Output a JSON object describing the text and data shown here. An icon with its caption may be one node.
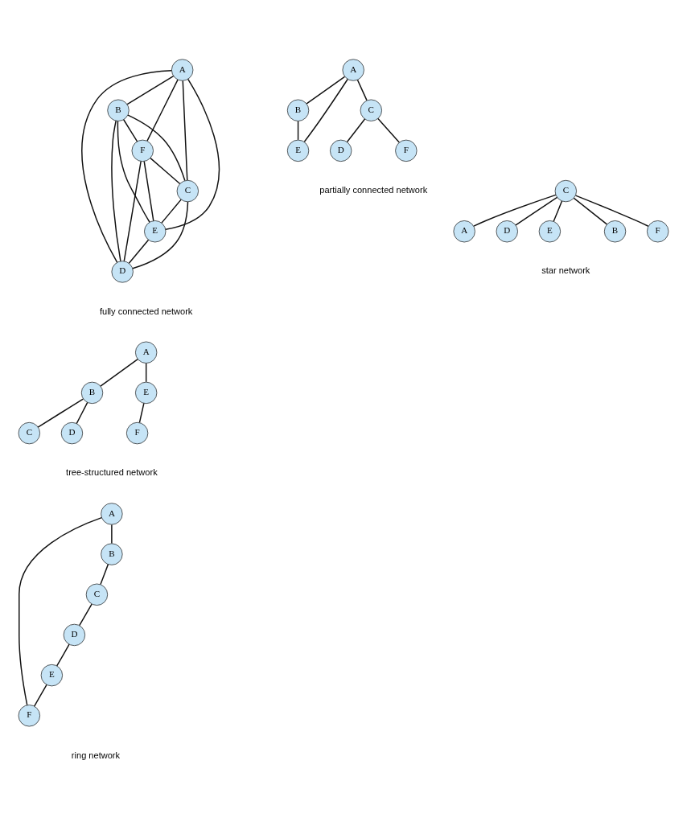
{
  "diagram": {
    "nodes": [
      {
        "text": [
          "A"
        ]
      },
      {
        "text": [
          "B"
        ]
      },
      {
        "text": [
          "F"
        ]
      },
      {
        "text": [
          "C"
        ]
      },
      {
        "text": [
          "E"
        ]
      },
      {
        "text": [
          "D"
        ]
      },
      {
        "text": [
          "A"
        ]
      },
      {
        "text": [
          "B"
        ]
      },
      {
        "text": [
          "C"
        ]
      },
      {
        "text": [
          "E"
        ]
      },
      {
        "text": [
          "F"
        ]
      },
      {
        "text": [
          "D"
        ]
      },
      {
        "text": [
          "A"
        ]
      },
      {
        "text": [
          "B"
        ]
      },
      {
        "text": [
          "E"
        ]
      },
      {
        "text": [
          "C"
        ]
      },
      {
        "text": [
          "D"
        ]
      },
      {
        "text": [
          "F"
        ]
      },
      {
        "text": [
          "A"
        ]
      },
      {
        "text": [
          "B"
        ]
      },
      {
        "text": [
          "F"
        ]
      },
      {
        "text": [
          "C"
        ]
      },
      {
        "text": [
          "D"
        ]
      },
      {
        "text": [
          "E"
        ]
      },
      {
        "text": [
          "A"
        ]
      },
      {
        "text": [
          "B"
        ]
      },
      {
        "text": [
          "F"
        ]
      },
      {
        "text": [
          "C"
        ]
      },
      {
        "text": [
          "E"
        ]
      },
      {
        "text": [
          "D"
        ]
      }
    ],
    "edges": [
      {
        "from": 0,
        "to": 1,
        "arrow": "none"
      },
      {
        "from": 0,
        "to": 2,
        "arrow": "none"
      },
      {
        "from": 0,
        "to": 3,
        "arrow": "none"
      },
      {
        "from": 0,
        "to": 4,
        "arrow": "none"
      },
      {
        "from": 0,
        "to": 5,
        "arrow": "none"
      },
      {
        "from": 1,
        "to": 2,
        "arrow": "none"
      },
      {
        "from": 1,
        "to": 3,
        "arrow": "none"
      },
      {
        "from": 1,
        "to": 4,
        "arrow": "none"
      },
      {
        "from": 1,
        "to": 5,
        "arrow": "none"
      },
      {
        "from": 2,
        "to": 3,
        "arrow": "none"
      },
      {
        "from": 2,
        "to": 4,
        "arrow": "none"
      },
      {
        "from": 2,
        "to": 5,
        "arrow": "none"
      },
      {
        "from": 3,
        "to": 4,
        "arrow": "none"
      },
      {
        "from": 3,
        "to": 5,
        "arrow": "none"
      },
      {
        "from": 4,
        "to": 5,
        "arrow": "none"
      },
      {
        "from": 6,
        "to": 7,
        "arrow": "none"
      },
      {
        "from": 6,
        "to": 8,
        "arrow": "none"
      },
      {
        "from": 6,
        "to": 9,
        "arrow": "none"
      },
      {
        "from": 7,
        "to": 9,
        "arrow": "none"
      },
      {
        "from": 8,
        "to": 10,
        "arrow": "none"
      },
      {
        "from": 8,
        "to": 11,
        "arrow": "none"
      },
      {
        "from": 12,
        "to": 13,
        "arrow": "none"
      },
      {
        "from": 12,
        "to": 14,
        "arrow": "none"
      },
      {
        "from": 13,
        "to": 15,
        "arrow": "none"
      },
      {
        "from": 13,
        "to": 16,
        "arrow": "none"
      },
      {
        "from": 14,
        "to": 17,
        "arrow": "none"
      },
      {
        "from": 21,
        "to": 18,
        "arrow": "none"
      },
      {
        "from": 21,
        "to": 19,
        "arrow": "none"
      },
      {
        "from": 21,
        "to": 20,
        "arrow": "none"
      },
      {
        "from": 21,
        "to": 22,
        "arrow": "none"
      },
      {
        "from": 21,
        "to": 23,
        "arrow": "none"
      },
      {
        "from": 24,
        "to": 25,
        "arrow": "none"
      },
      {
        "from": 25,
        "to": 27,
        "arrow": "none"
      },
      {
        "from": 27,
        "to": 29,
        "arrow": "none"
      },
      {
        "from": 29,
        "to": 28,
        "arrow": "none"
      },
      {
        "from": 28,
        "to": 26,
        "arrow": "none"
      },
      {
        "from": 26,
        "to": 24,
        "arrow": "none"
      }
    ],
    "labels": [
      "fully connected network",
      "partially connected network",
      "tree-structured network",
      "star network",
      "ring network"
    ]
  }
}
